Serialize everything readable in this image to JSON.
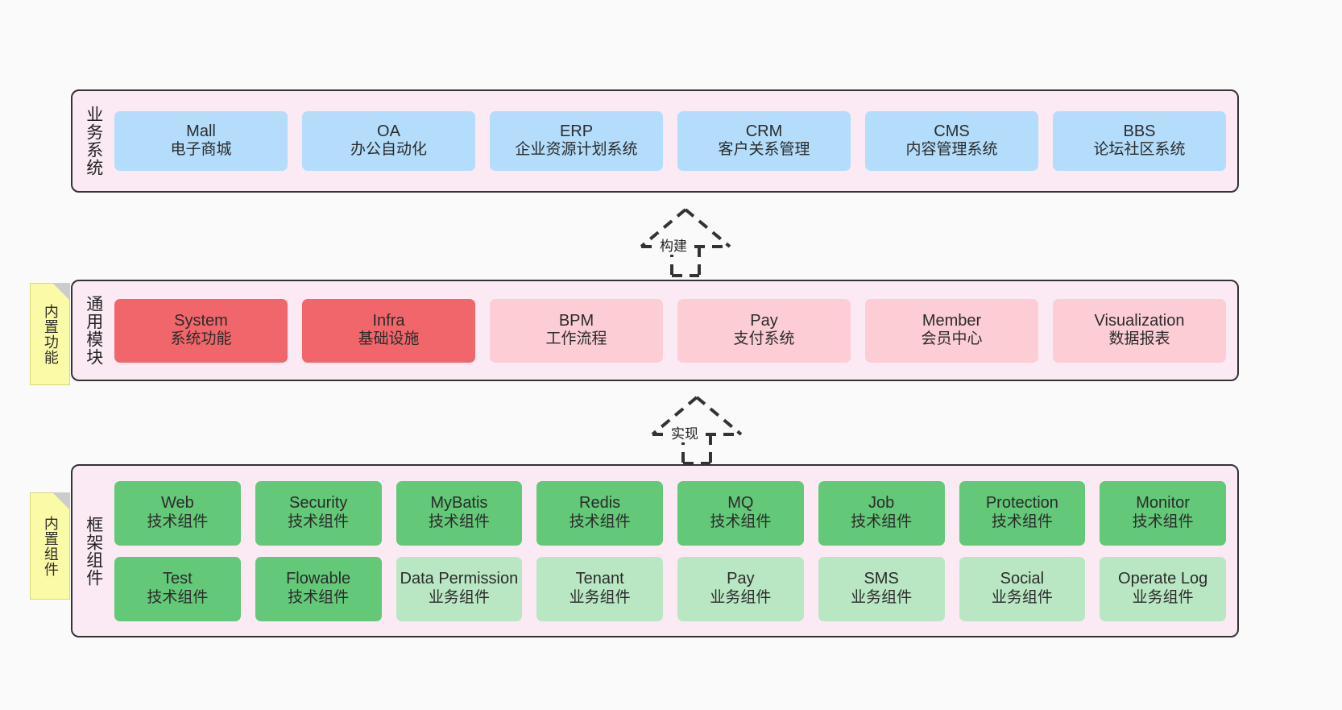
{
  "diagram": {
    "title": "",
    "background_color": "#fafafa",
    "panel_color": "#fbeaf4",
    "panel_border_color": "#333333",
    "note_color": "#fbfaa6",
    "colors": {
      "blue": "#b3ddfb",
      "red": "#f1666b",
      "pink": "#fccdd5",
      "green": "#63c878",
      "light_green": "#b9e7c3"
    }
  },
  "layers": [
    {
      "id": "business",
      "title": "业务系统",
      "rows": [
        {
          "items": [
            {
              "en": "Mall",
              "cn": "电子商城",
              "color": "blue"
            },
            {
              "en": "OA",
              "cn": "办公自动化",
              "color": "blue"
            },
            {
              "en": "ERP",
              "cn": "企业资源计划系统",
              "color": "blue"
            },
            {
              "en": "CRM",
              "cn": "客户关系管理",
              "color": "blue"
            },
            {
              "en": "CMS",
              "cn": "内容管理系统",
              "color": "blue"
            },
            {
              "en": "BBS",
              "cn": "论坛社区系统",
              "color": "blue"
            }
          ]
        }
      ]
    },
    {
      "id": "common",
      "title": "通用模块",
      "rows": [
        {
          "items": [
            {
              "en": "System",
              "cn": "系统功能",
              "color": "red"
            },
            {
              "en": "Infra",
              "cn": "基础设施",
              "color": "red"
            },
            {
              "en": "BPM",
              "cn": "工作流程",
              "color": "pink"
            },
            {
              "en": "Pay",
              "cn": "支付系统",
              "color": "pink"
            },
            {
              "en": "Member",
              "cn": "会员中心",
              "color": "pink"
            },
            {
              "en": "Visualization",
              "cn": "数据报表",
              "color": "pink"
            }
          ]
        }
      ]
    },
    {
      "id": "framework",
      "title": "框架组件",
      "rows": [
        {
          "items": [
            {
              "en": "Web",
              "cn": "技术组件",
              "color": "green"
            },
            {
              "en": "Security",
              "cn": "技术组件",
              "color": "green"
            },
            {
              "en": "MyBatis",
              "cn": "技术组件",
              "color": "green"
            },
            {
              "en": "Redis",
              "cn": "技术组件",
              "color": "green"
            },
            {
              "en": "MQ",
              "cn": "技术组件",
              "color": "green"
            },
            {
              "en": "Job",
              "cn": "技术组件",
              "color": "green"
            },
            {
              "en": "Protection",
              "cn": "技术组件",
              "color": "green"
            },
            {
              "en": "Monitor",
              "cn": "技术组件",
              "color": "green"
            }
          ]
        },
        {
          "items": [
            {
              "en": "Test",
              "cn": "技术组件",
              "color": "green"
            },
            {
              "en": "Flowable",
              "cn": "技术组件",
              "color": "green"
            },
            {
              "en": "Data Permission",
              "cn": "业务组件",
              "color": "light_green"
            },
            {
              "en": "Tenant",
              "cn": "业务组件",
              "color": "light_green"
            },
            {
              "en": "Pay",
              "cn": "业务组件",
              "color": "light_green"
            },
            {
              "en": "SMS",
              "cn": "业务组件",
              "color": "light_green"
            },
            {
              "en": "Social",
              "cn": "业务组件",
              "color": "light_green"
            },
            {
              "en": "Operate Log",
              "cn": "业务组件",
              "color": "light_green"
            }
          ]
        }
      ]
    }
  ],
  "notes": [
    {
      "id": "functions",
      "text": "内置功能"
    },
    {
      "id": "components",
      "text": "内置组件"
    }
  ],
  "connectors": [
    {
      "id": "build",
      "label": "构建",
      "style": "dashed-hollow-triangle",
      "direction": "up"
    },
    {
      "id": "impl",
      "label": "实现",
      "style": "dashed-hollow-triangle",
      "direction": "up"
    }
  ]
}
